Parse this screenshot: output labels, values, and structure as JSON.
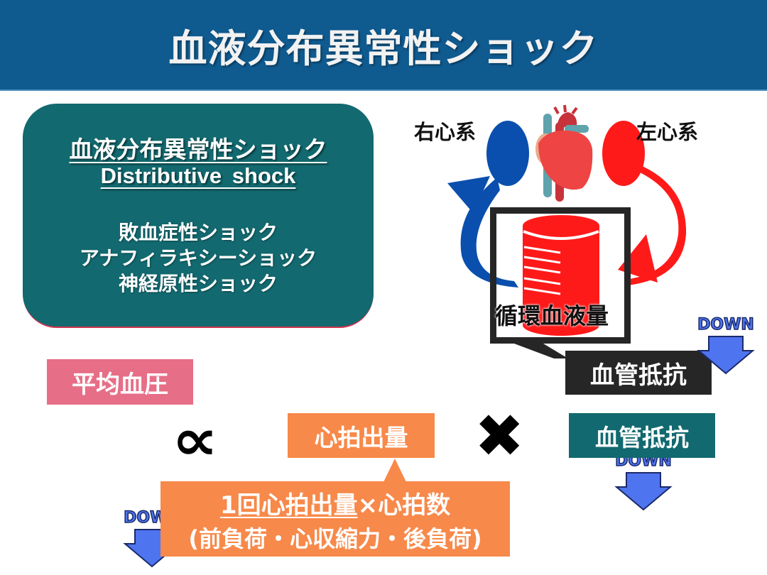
{
  "header": {
    "title": "血液分布異常性ショック"
  },
  "info_box": {
    "title": "血液分布異常性ショック",
    "subtitle": "Distributive shock",
    "examples": [
      "敗血症性ショック",
      "アナフィラキシーショック",
      "神経原性ショック"
    ]
  },
  "diagram": {
    "right_heart_label": "右心系",
    "left_heart_label": "左心系",
    "blood_volume_label": "循環血液量",
    "vascular_resistance_label": "血管抵抗"
  },
  "equation": {
    "mean_bp": "平均血圧",
    "proportional_symbol": "∝",
    "cardiac_output": "心拍出量",
    "times_symbol": "✖",
    "vascular_resistance": "血管抵抗",
    "formula_stroke_volume": "1回心拍出量",
    "formula_rest": "×心拍数",
    "formula_factors": "(前負荷・心収縮力・後負荷)"
  },
  "badges": {
    "down_text": "DOWN"
  },
  "colors": {
    "header_bg": "#0f5a8f",
    "teal": "#12696f",
    "pink": "#e76e87",
    "orange": "#f7894a",
    "dark": "#262626",
    "right_heart_blue": "#0a4fad",
    "left_heart_red": "#ff1a1a",
    "down_blue": "#4f74f0"
  }
}
